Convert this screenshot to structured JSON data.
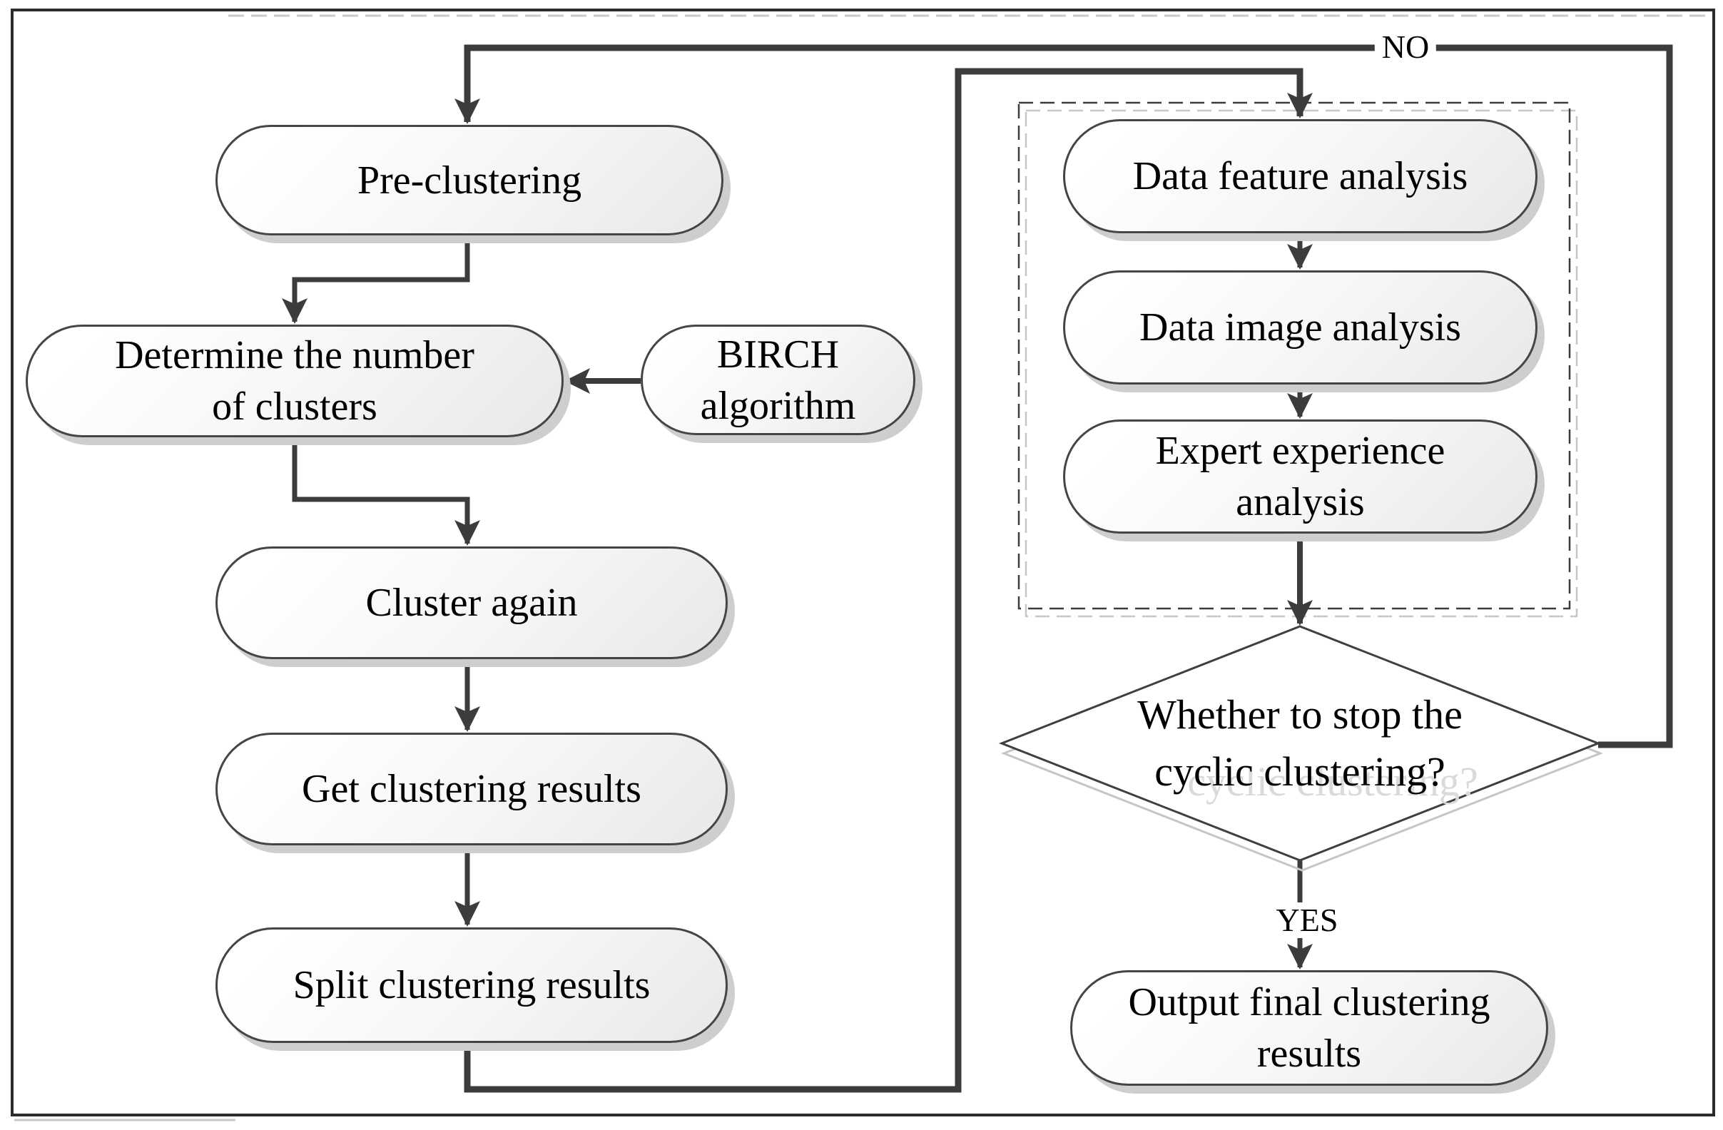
{
  "figure": {
    "type": "flowchart",
    "description": "Cyclic clustering flowchart based on BIRCH algorithm"
  },
  "nodes": {
    "pre": {
      "shape": "stadium",
      "lines": [
        "Pre-clustering"
      ]
    },
    "determine": {
      "shape": "stadium",
      "lines": [
        "Determine the number",
        "of clusters"
      ]
    },
    "birch": {
      "shape": "stadium",
      "lines": [
        "BIRCH",
        "algorithm"
      ]
    },
    "cluster": {
      "shape": "stadium",
      "lines": [
        "Cluster again"
      ]
    },
    "get": {
      "shape": "stadium",
      "lines": [
        "Get clustering results"
      ]
    },
    "split": {
      "shape": "stadium",
      "lines": [
        "Split clustering results"
      ]
    },
    "feature": {
      "shape": "stadium",
      "lines": [
        "Data feature analysis"
      ]
    },
    "image": {
      "shape": "stadium",
      "lines": [
        "Data image analysis"
      ]
    },
    "expert": {
      "shape": "stadium",
      "lines": [
        "Expert experience",
        "analysis"
      ]
    },
    "decision": {
      "shape": "diamond",
      "lines": [
        "Whether to stop the",
        "cyclic clustering?"
      ]
    },
    "output": {
      "shape": "stadium",
      "lines": [
        "Output final clustering",
        "results"
      ]
    }
  },
  "edge_labels": {
    "no": "NO",
    "yes": "YES"
  },
  "colors": {
    "background": "#ffffff",
    "connector_line": "#3c3c3c",
    "node_border": "#454545",
    "node_fill_light": "#ffffff",
    "node_fill_dark": "#e8e8e8",
    "node_shadow": "#cecece",
    "text": "#000000",
    "page_border": "#2b2b2b",
    "dashed_box_border": "#3c3c3c",
    "dashed_box_shadow": "#c6c6c6",
    "ghost_shadow": "#dadada",
    "scan_artifact": "#c9c9c9"
  }
}
